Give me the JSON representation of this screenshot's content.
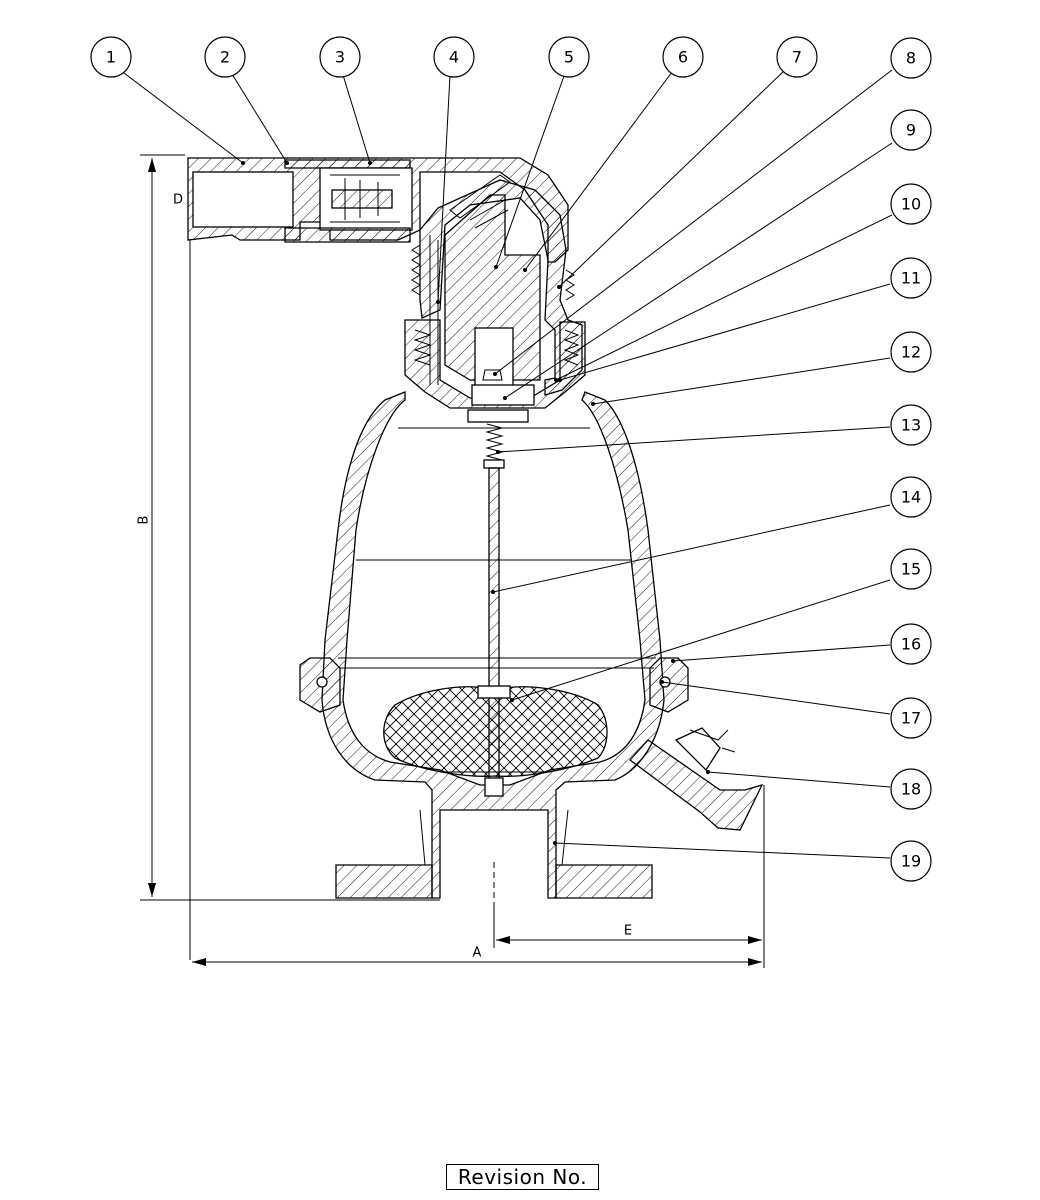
{
  "balloons": [
    "1",
    "2",
    "3",
    "4",
    "5",
    "6",
    "7",
    "8",
    "9",
    "10",
    "11",
    "12",
    "13",
    "14",
    "15",
    "16",
    "17",
    "18",
    "19"
  ],
  "dimensions": {
    "a": "A",
    "b": "B",
    "d": "D",
    "e": "E"
  },
  "revision_label": "Revision No."
}
